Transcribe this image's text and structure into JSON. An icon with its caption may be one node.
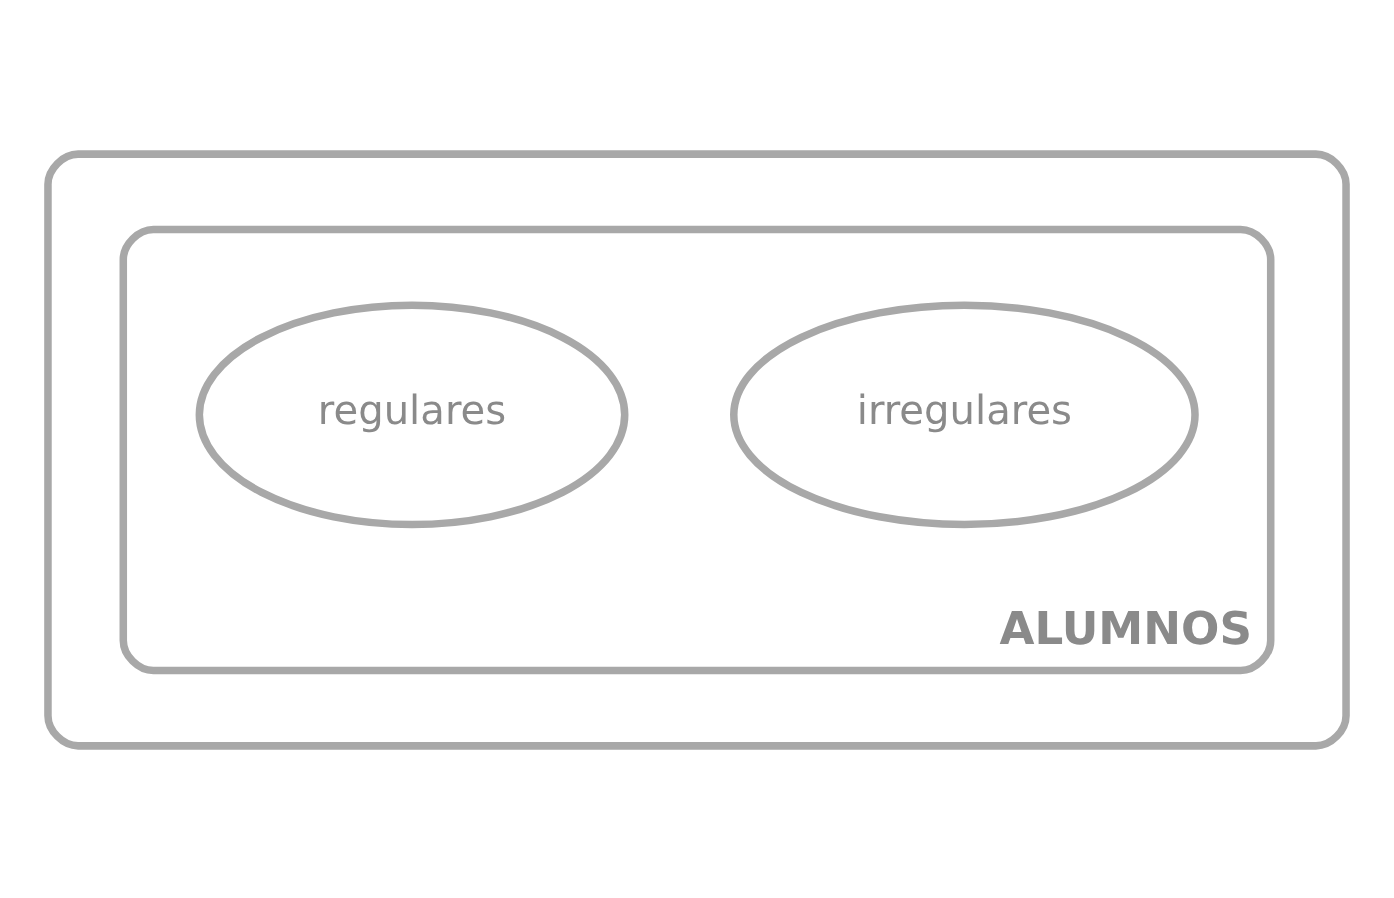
{
  "diagram": {
    "nodes": [
      {
        "text": [],
        "shape": "box"
      },
      {
        "text": [
          "ALUMNOS"
        ],
        "in": 0
      },
      {
        "text": [
          "irregulares"
        ],
        "in": 1
      },
      {
        "text": [
          "regulares"
        ],
        "in": 1
      }
    ],
    "edges": []
  }
}
